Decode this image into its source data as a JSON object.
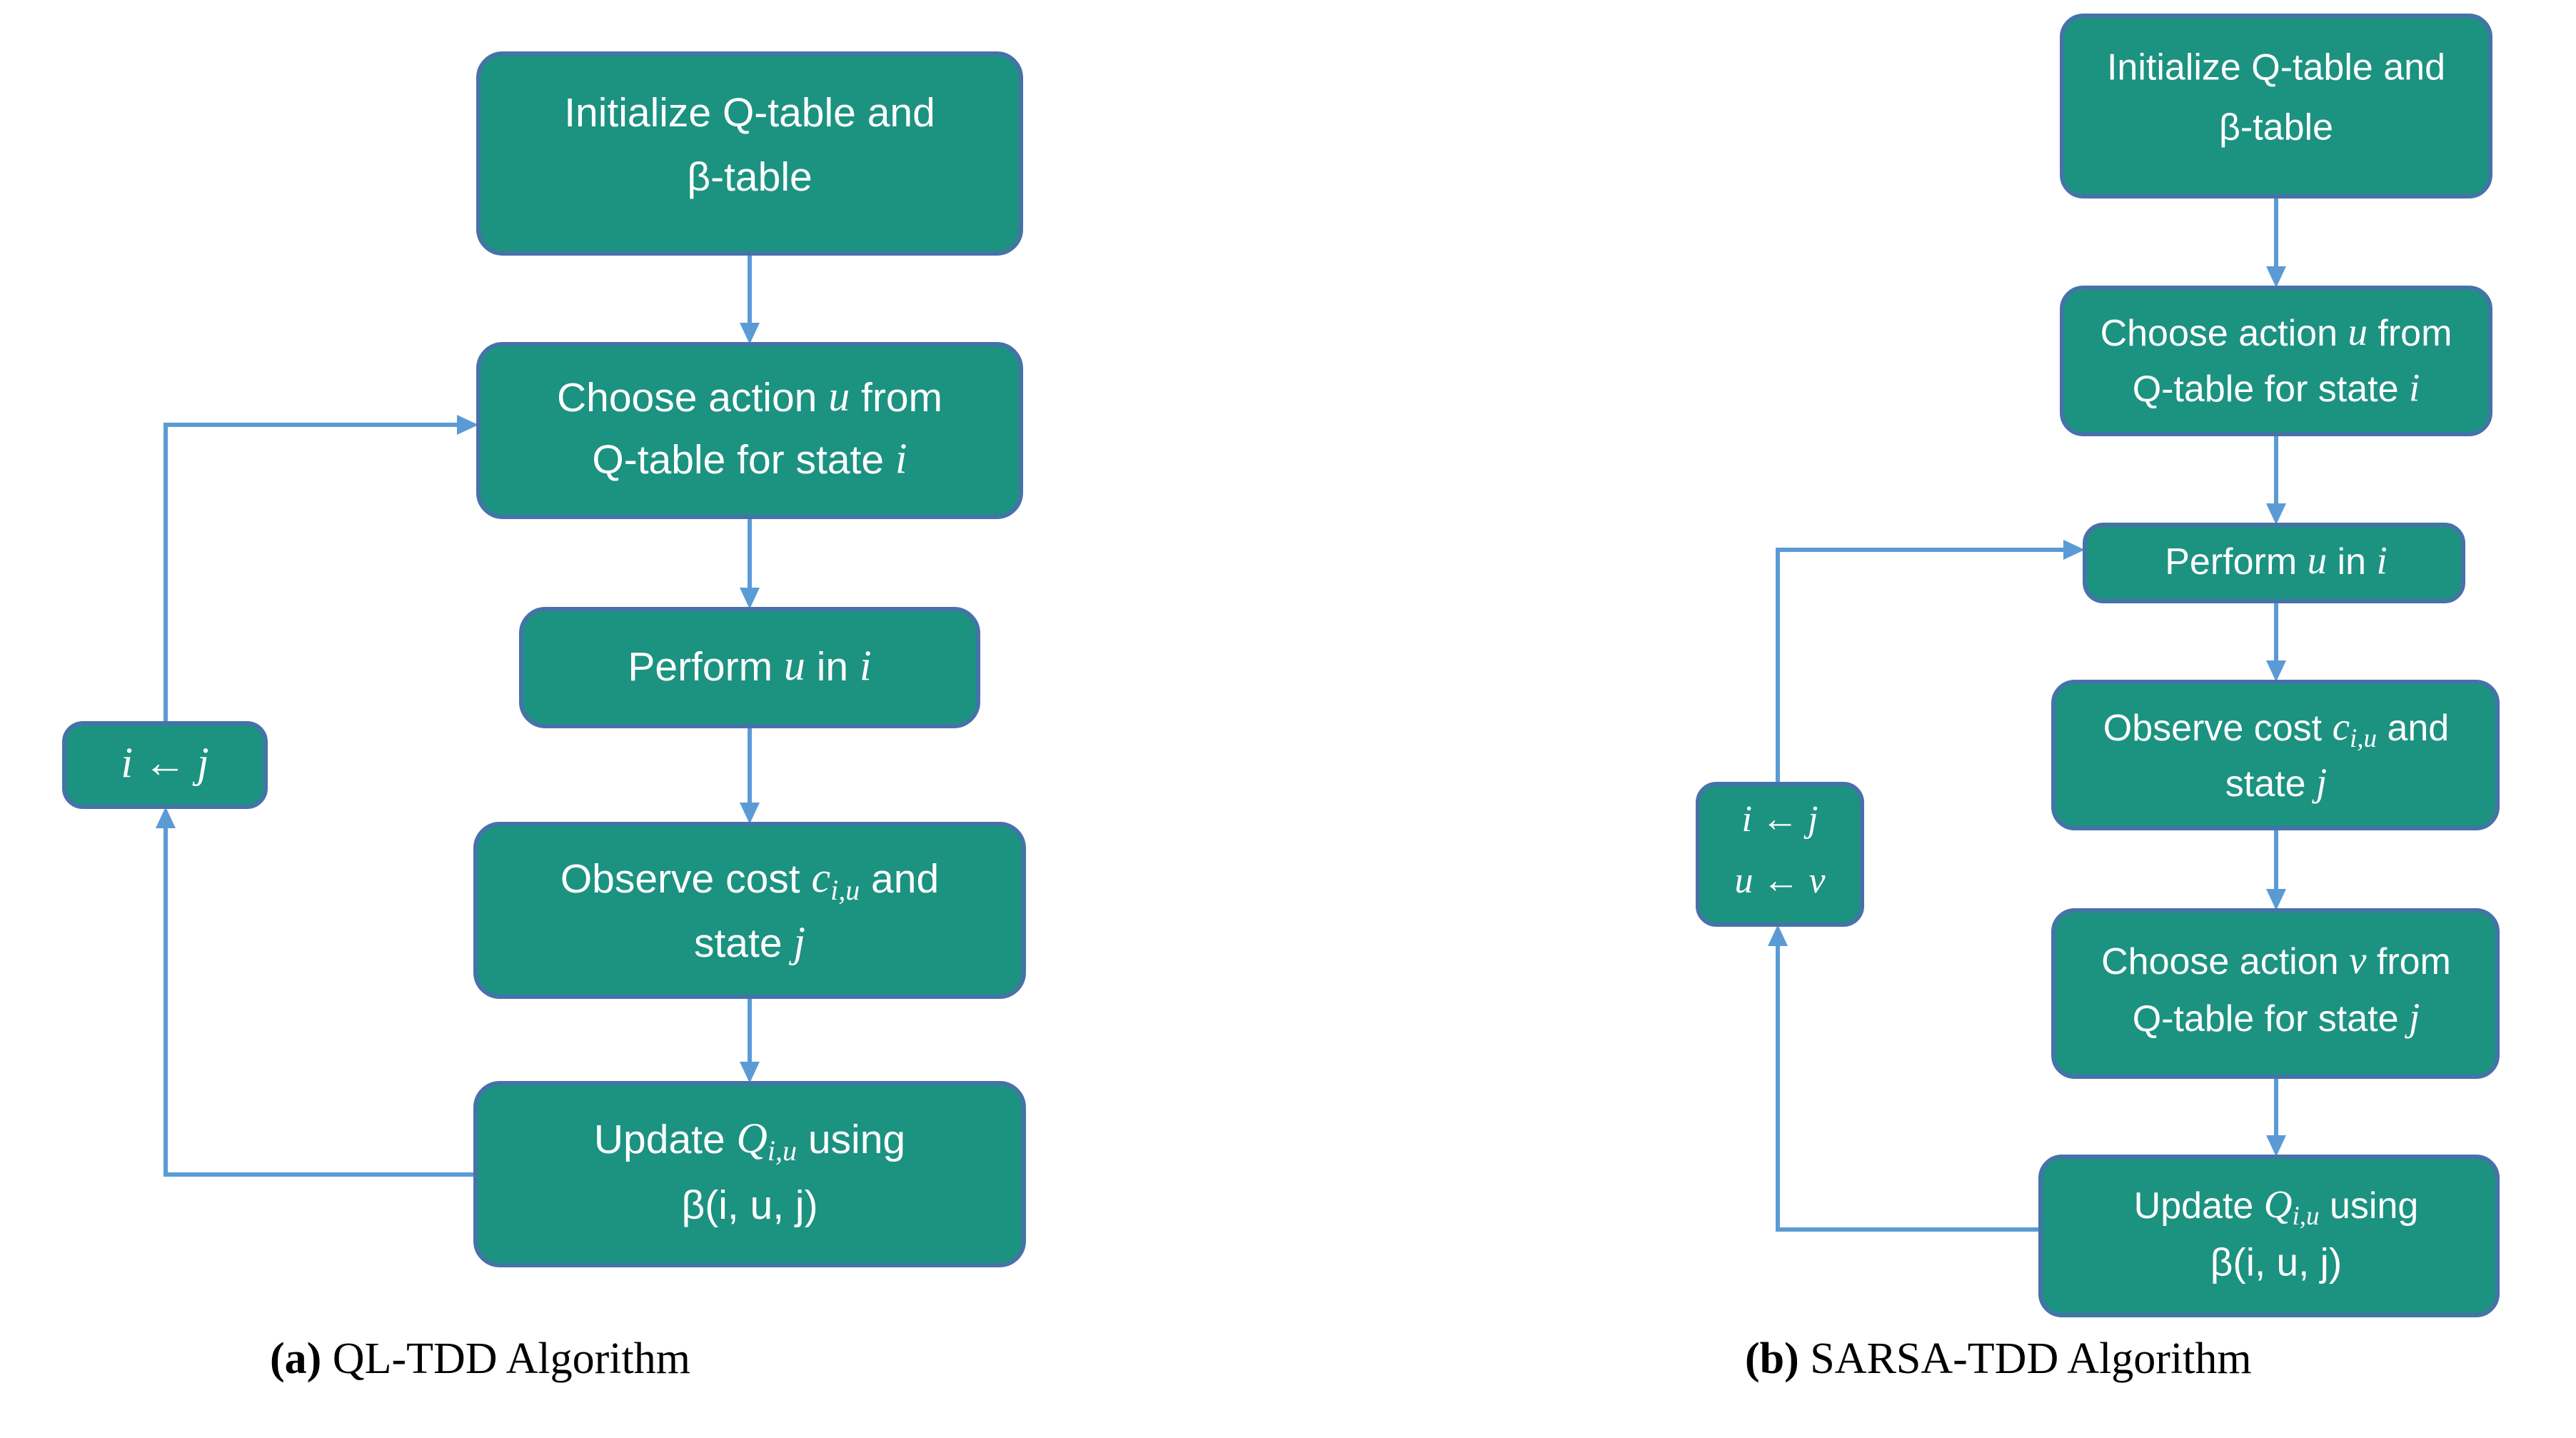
{
  "figure": {
    "type": "flowchart-pair",
    "background_color": "#ffffff",
    "box_fill_color": "#1c9281",
    "box_border_color": "#4573a8",
    "connector_color": "#5b9bd5",
    "box_text_color": "#ffffff",
    "caption_text_color": "#000000"
  },
  "panels": [
    {
      "id": "panel-a",
      "caption_letter": "(a)",
      "caption_text": " QL-TDD Algorithm",
      "nodes": [
        {
          "id": "a-init",
          "line1_pre": "Initialize Q-table and",
          "line2": "β-table"
        },
        {
          "id": "a-choose",
          "line1": "Choose action ",
          "var1": "u",
          "line1_post": " from",
          "line2_pre": "Q-table for state ",
          "var2": "i"
        },
        {
          "id": "a-perform",
          "line1": "Perform ",
          "var1": "u",
          "mid": " in ",
          "var2": "i"
        },
        {
          "id": "a-observe",
          "line1": "Observe cost ",
          "var1": "c",
          "sub1": "i,u",
          "line1_post": " and",
          "line2_pre": "state ",
          "var2": "j"
        },
        {
          "id": "a-update",
          "line1": "Update ",
          "var1": "Q",
          "sub1": "i,u",
          "line1_post": " using",
          "line2": "β(i, u, j)"
        },
        {
          "id": "a-assign",
          "line1_pre": "i",
          "arrow": " ← ",
          "line1_post": "j"
        }
      ],
      "edges": [
        {
          "from": "a-init",
          "to": "a-choose",
          "kind": "straight-down"
        },
        {
          "from": "a-choose",
          "to": "a-perform",
          "kind": "straight-down"
        },
        {
          "from": "a-perform",
          "to": "a-observe",
          "kind": "straight-down"
        },
        {
          "from": "a-observe",
          "to": "a-update",
          "kind": "straight-down"
        },
        {
          "from": "a-update",
          "to": "a-assign",
          "kind": "feedback-left-up"
        },
        {
          "from": "a-assign",
          "to": "a-choose",
          "kind": "feedback-up-right"
        }
      ]
    },
    {
      "id": "panel-b",
      "caption_letter": "(b)",
      "caption_text": " SARSA-TDD Algorithm",
      "nodes": [
        {
          "id": "b-init",
          "line1_pre": "Initialize Q-table and",
          "line2": "β-table"
        },
        {
          "id": "b-choose-u",
          "line1": "Choose action ",
          "var1": "u",
          "line1_post": " from",
          "line2_pre": "Q-table for state ",
          "var2": "i"
        },
        {
          "id": "b-perform",
          "line1": "Perform ",
          "var1": "u",
          "mid": " in ",
          "var2": "i"
        },
        {
          "id": "b-observe",
          "line1": "Observe cost ",
          "var1": "c",
          "sub1": "i,u",
          "line1_post": " and",
          "line2_pre": "state ",
          "var2": "j"
        },
        {
          "id": "b-choose-v",
          "line1": "Choose action ",
          "var1": "v",
          "line1_post": " from",
          "line2_pre": "Q-table for state ",
          "var2": "j"
        },
        {
          "id": "b-update",
          "line1": "Update ",
          "var1": "Q",
          "sub1": "i,u",
          "line1_post": " using",
          "line2": "β(i, u, j)"
        },
        {
          "id": "b-assign",
          "row1_pre": "i",
          "row1_arrow": " ← ",
          "row1_post": "j",
          "row2_pre": "u",
          "row2_arrow": " ← ",
          "row2_post": "v"
        }
      ],
      "edges": [
        {
          "from": "b-init",
          "to": "b-choose-u",
          "kind": "straight-down"
        },
        {
          "from": "b-choose-u",
          "to": "b-perform",
          "kind": "straight-down"
        },
        {
          "from": "b-perform",
          "to": "b-observe",
          "kind": "straight-down"
        },
        {
          "from": "b-observe",
          "to": "b-choose-v",
          "kind": "straight-down"
        },
        {
          "from": "b-choose-v",
          "to": "b-update",
          "kind": "straight-down"
        },
        {
          "from": "b-update",
          "to": "b-assign",
          "kind": "feedback-left-up"
        },
        {
          "from": "b-assign",
          "to": "b-perform",
          "kind": "feedback-up-right"
        }
      ]
    }
  ],
  "labels": {
    "init_line1": "Initialize Q-table and",
    "init_line2": "β-table",
    "choose_u_line1a": "Choose action ",
    "choose_u_var": "u",
    "choose_u_line1b": " from",
    "choose_u_line2a": "Q-table for state ",
    "choose_u_state": "i",
    "choose_v_line1a": "Choose action ",
    "choose_v_var": "v",
    "choose_v_line1b": " from",
    "choose_v_line2a": "Q-table for state ",
    "choose_v_state": "j",
    "perform_a": "Perform ",
    "perform_var": "u",
    "perform_b": " in ",
    "perform_state": "i",
    "observe_a": "Observe cost ",
    "observe_var": "c",
    "observe_sub": "i,u",
    "observe_b": " and",
    "observe_line2a": "state ",
    "observe_state": "j",
    "update_a": "Update ",
    "update_var": "Q",
    "update_sub": "i,u",
    "update_b": " using",
    "update_beta": "β(i, u, j)",
    "assign_i": "i",
    "assign_arrow": "←",
    "assign_j": "j",
    "assign_u": "u",
    "assign_v": "v",
    "caption_a_letter": "(a)",
    "caption_a_text": "QL-TDD Algorithm",
    "caption_b_letter": "(b)",
    "caption_b_text": "SARSA-TDD Algorithm"
  }
}
